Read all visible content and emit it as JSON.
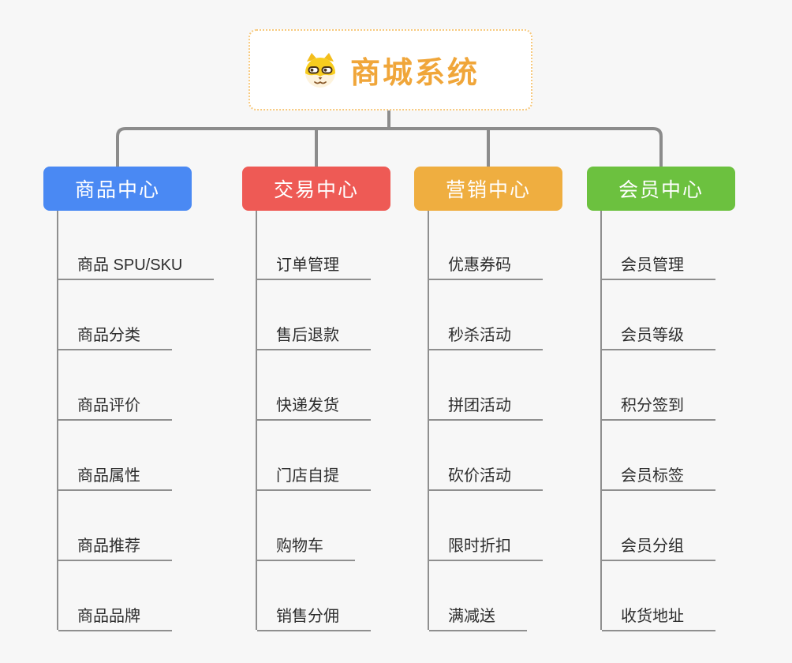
{
  "root": {
    "title": "商城系统",
    "icon": "dog-face-icon",
    "title_color": "#f0a63a",
    "border_color": "#f7c97e"
  },
  "branches": [
    {
      "label": "商品中心",
      "color": "#4a89f3",
      "children": [
        "商品 SPU/SKU",
        "商品分类",
        "商品评价",
        "商品属性",
        "商品推荐",
        "商品品牌"
      ]
    },
    {
      "label": "交易中心",
      "color": "#ee5a55",
      "children": [
        "订单管理",
        "售后退款",
        "快递发货",
        "门店自提",
        "购物车",
        "销售分佣"
      ]
    },
    {
      "label": "营销中心",
      "color": "#efae40",
      "children": [
        "优惠券码",
        "秒杀活动",
        "拼团活动",
        "砍价活动",
        "限时折扣",
        "满减送"
      ]
    },
    {
      "label": "会员中心",
      "color": "#6cc13f",
      "children": [
        "会员管理",
        "会员等级",
        "积分签到",
        "会员标签",
        "会员分组",
        "收货地址"
      ]
    }
  ],
  "colors": {
    "background": "#f7f7f7",
    "connector": "#8c8c8c",
    "child_text": "#2d2d2d",
    "child_line": "#8f8f8f",
    "branch_text": "#ffffff"
  }
}
